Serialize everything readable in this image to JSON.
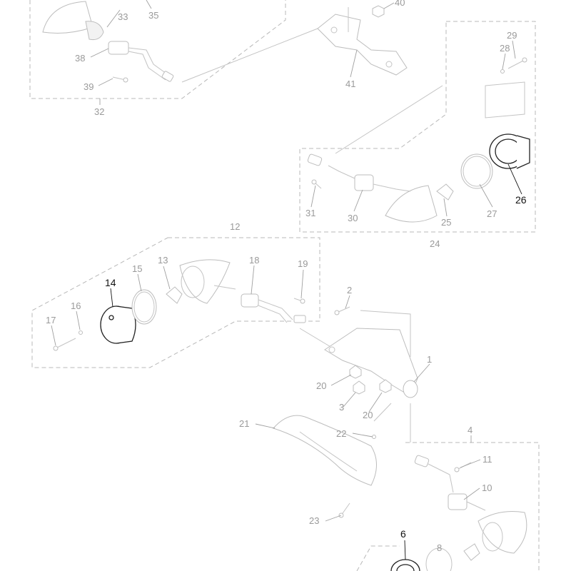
{
  "diagram": {
    "labels": [
      {
        "id": "33",
        "text": "33"
      },
      {
        "id": "35",
        "text": "35"
      },
      {
        "id": "38",
        "text": "38"
      },
      {
        "id": "39",
        "text": "39"
      },
      {
        "id": "32",
        "text": "32"
      },
      {
        "id": "40",
        "text": "40"
      },
      {
        "id": "41",
        "text": "41"
      },
      {
        "id": "28",
        "text": "28"
      },
      {
        "id": "29",
        "text": "29"
      },
      {
        "id": "26",
        "text": "26",
        "highlight": true
      },
      {
        "id": "27",
        "text": "27"
      },
      {
        "id": "25",
        "text": "25"
      },
      {
        "id": "24",
        "text": "24"
      },
      {
        "id": "30",
        "text": "30"
      },
      {
        "id": "31",
        "text": "31"
      },
      {
        "id": "12",
        "text": "12"
      },
      {
        "id": "13",
        "text": "13"
      },
      {
        "id": "18",
        "text": "18"
      },
      {
        "id": "19",
        "text": "19"
      },
      {
        "id": "15",
        "text": "15"
      },
      {
        "id": "14",
        "text": "14",
        "highlight": true
      },
      {
        "id": "16",
        "text": "16"
      },
      {
        "id": "17",
        "text": "17"
      },
      {
        "id": "2",
        "text": "2"
      },
      {
        "id": "1",
        "text": "1"
      },
      {
        "id": "20a",
        "text": "20"
      },
      {
        "id": "3",
        "text": "3"
      },
      {
        "id": "20b",
        "text": "20"
      },
      {
        "id": "21",
        "text": "21"
      },
      {
        "id": "22",
        "text": "22"
      },
      {
        "id": "4",
        "text": "4"
      },
      {
        "id": "11",
        "text": "11"
      },
      {
        "id": "10",
        "text": "10"
      },
      {
        "id": "23",
        "text": "23"
      },
      {
        "id": "6",
        "text": "6",
        "highlight": true
      },
      {
        "id": "8",
        "text": "8"
      }
    ]
  },
  "colors": {
    "line": "#bdbdbd",
    "label": "#9a9a9a",
    "highlight": "#111111"
  }
}
